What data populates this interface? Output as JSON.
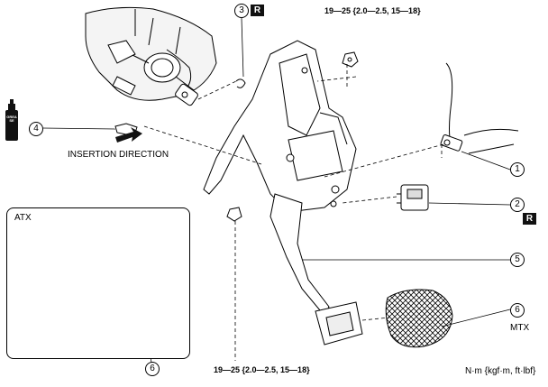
{
  "torque_top": "19—25 {2.0—2.5, 15—18}",
  "torque_bottom": "19—25 {2.0—2.5, 15—18}",
  "insertion_direction": "INSERTION DIRECTION",
  "inset_label": "ATX",
  "mtx_label": "MTX",
  "units_note": "N·m {kgf·m, ft·lbf}",
  "r_badge": "R",
  "callouts": {
    "c1": "1",
    "c2": "2",
    "c3": "3",
    "c4": "4",
    "c5": "5",
    "c6_mtx": "6",
    "c6_atx": "6"
  },
  "spray_can_text": "GREASE"
}
